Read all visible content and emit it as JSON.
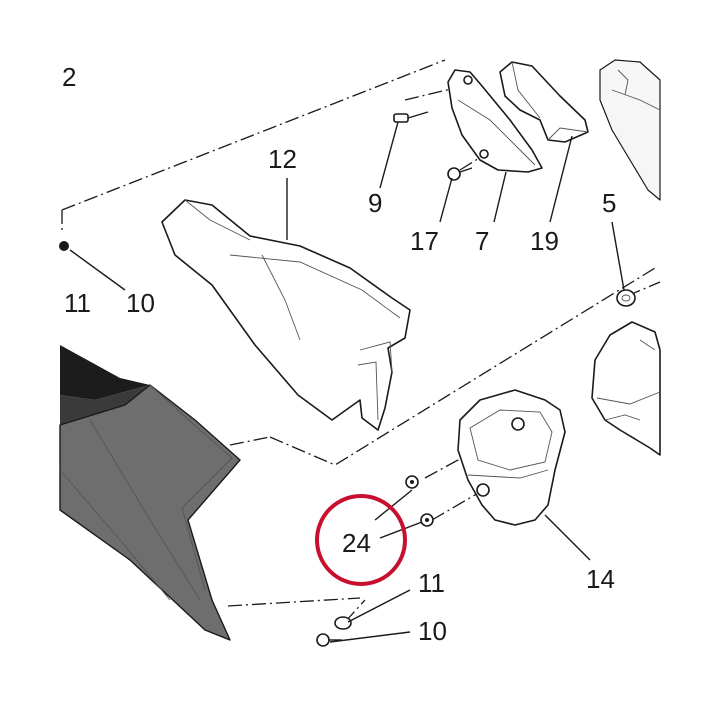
{
  "labels": {
    "l2": "2",
    "l5": "5",
    "l7": "7",
    "l9": "9",
    "l10a": "10",
    "l10b": "10",
    "l11a": "11",
    "l11b": "11",
    "l12": "12",
    "l14": "14",
    "l17": "17",
    "l19": "19",
    "l24": "24"
  },
  "highlight": {
    "part": "24",
    "color": "#c8102e"
  },
  "colors": {
    "line": "#1a1a1a",
    "panel_dark": "#6e6e6e",
    "panel_black": "#1c1c1c"
  }
}
